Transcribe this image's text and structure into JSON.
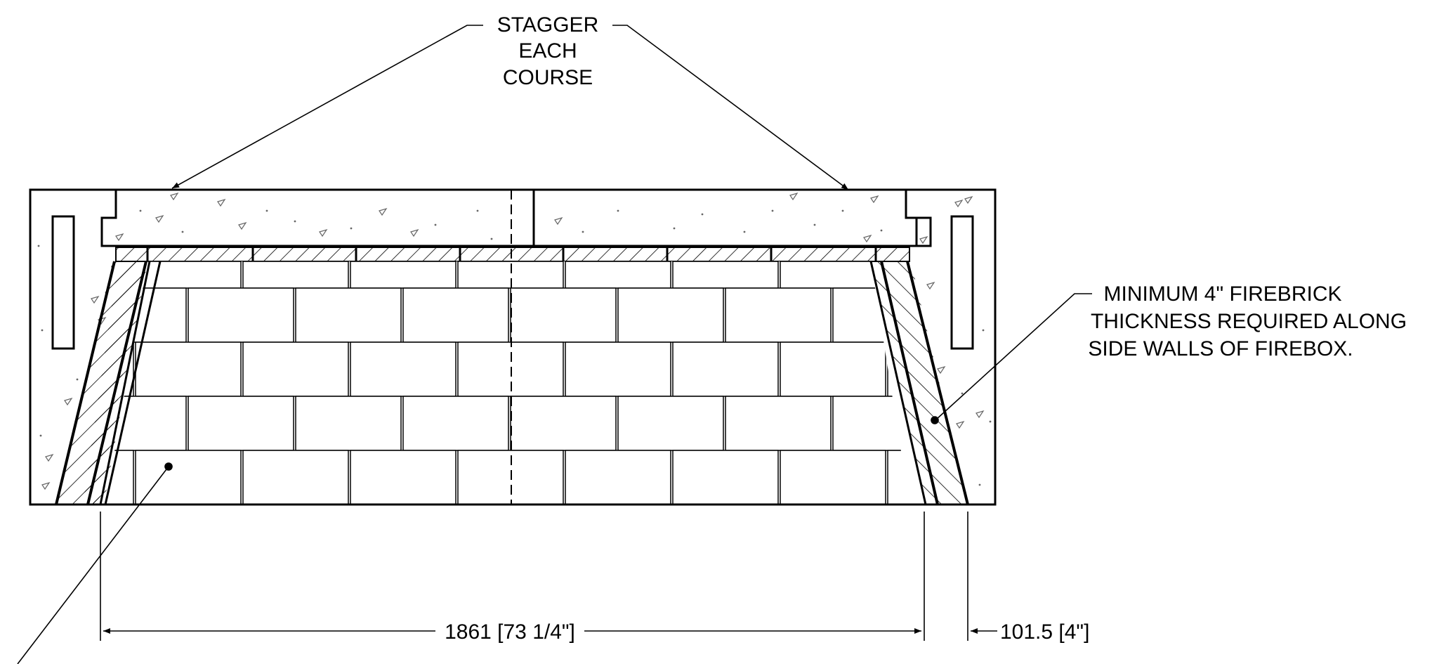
{
  "notes": {
    "stagger": [
      "STAGGER",
      "EACH",
      "COURSE"
    ],
    "firebrick": [
      "MINIMUM 4\" FIREBRICK",
      "THICKNESS REQUIRED ALONG",
      "SIDE WALLS OF FIREBOX."
    ]
  },
  "dimensions": {
    "firebox_width": "1861 [73 1/4\"]",
    "wall_thickness": "101.5 [4\"]"
  }
}
